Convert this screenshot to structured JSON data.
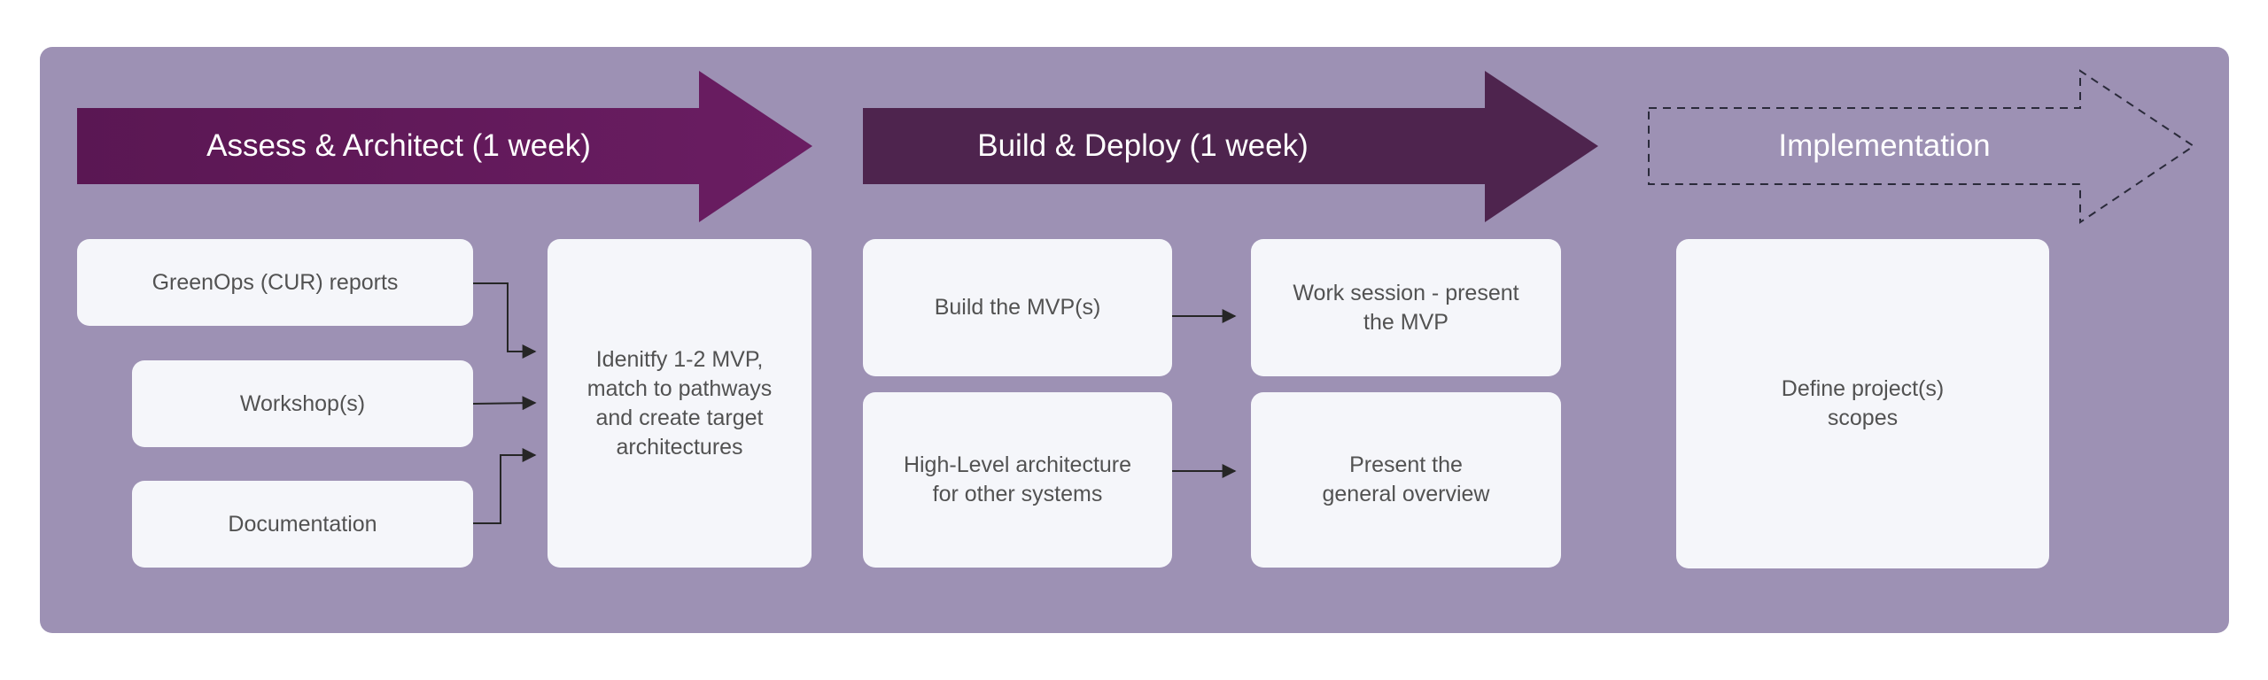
{
  "phases": [
    {
      "title": "Assess & Architect (1 week)",
      "color": "#651a5d"
    },
    {
      "title": "Build & Deploy (1 week)",
      "color": "#4e244e"
    },
    {
      "title": "Implementation",
      "style": "dashed-outline"
    }
  ],
  "assess": {
    "inputs": [
      "GreenOps (CUR) reports",
      "Workshop(s)",
      "Documentation"
    ],
    "output": "Idenitfy 1-2 MVP,\nmatch to pathways\nand create target\narchitectures"
  },
  "build": {
    "mvp": "Build the MVP(s)",
    "mvp_session": "Work session - present\nthe MVP",
    "architecture": "High-Level architecture\nfor other systems",
    "overview": "Present the\ngeneral overview"
  },
  "implementation": {
    "scopes": "Define project(s)\nscopes"
  },
  "colors": {
    "panel": "#9d91b4",
    "box": "#f5f6fa",
    "box_text": "#525252",
    "connector": "#262626"
  }
}
